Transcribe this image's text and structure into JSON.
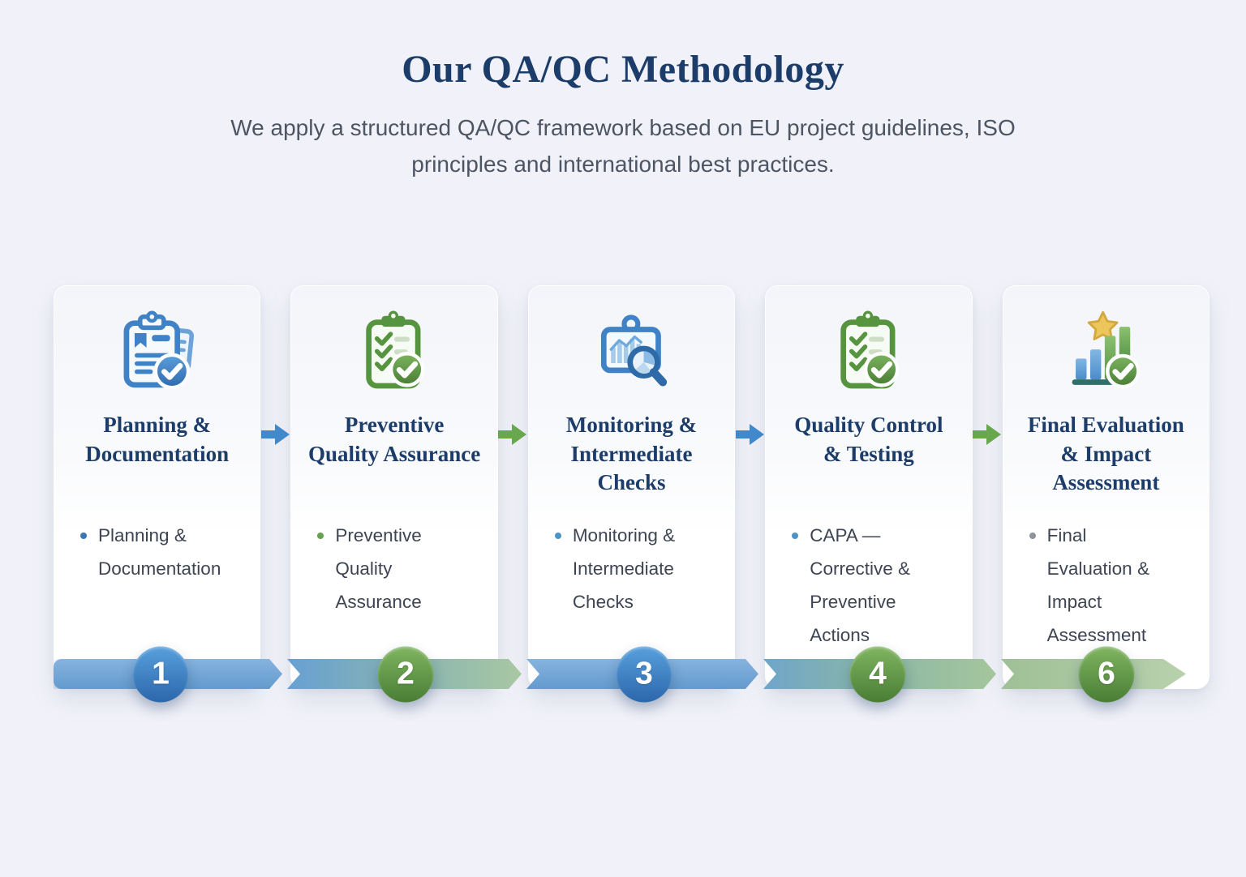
{
  "header": {
    "title": "Our QA/QC Methodology",
    "subtitle": "We apply a structured QA/QC framework based on EU project guidelines, ISO principles and international best practices."
  },
  "steps": [
    {
      "number": "1",
      "title": "Planning &\nDocumentation",
      "bullet": "Planning &\nDocumentation",
      "icon": "clipboard-document-check-icon",
      "theme": "blue"
    },
    {
      "number": "2",
      "title": "Preventive\nQuality Assurance",
      "bullet": "Preventive\nQuality Assurance",
      "icon": "checklist-check-icon",
      "theme": "green"
    },
    {
      "number": "3",
      "title": "Monitoring &\nIntermediate\nChecks",
      "bullet": "Monitoring &\nIntermediate\nChecks",
      "icon": "chart-magnifier-icon",
      "theme": "blue"
    },
    {
      "number": "4",
      "title": "Quality Control\n& Testing",
      "bullet": "CAPA —\nCorrective &\nPreventive Actions",
      "icon": "checklist-check-icon",
      "theme": "green"
    },
    {
      "number": "6",
      "title": "Final Evaluation\n& Impact\nAssessment",
      "bullet": "Final\nEvaluation &\nImpact\nAssessment",
      "icon": "bar-chart-star-check-icon",
      "theme": "green"
    }
  ],
  "colors": {
    "background": "#f1f2f9",
    "title_navy": "#1c3c6a",
    "subtitle_gray": "#4d5563",
    "accent_blue": "#3f83c6",
    "accent_green": "#57943f",
    "band_blue": "#639ace",
    "band_sage": "#a9c8a2",
    "badge_blue": "#2c67ab",
    "badge_green": "#497d35",
    "gold_star": "#edc65b"
  }
}
